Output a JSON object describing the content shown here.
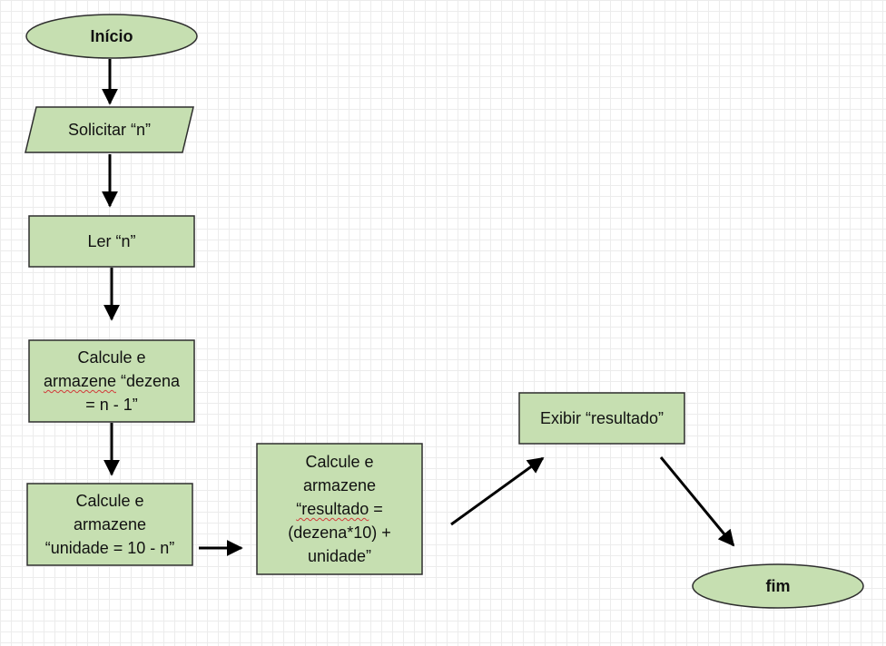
{
  "diagram": {
    "colors": {
      "box_fill": "#c6dfb1",
      "stroke": "#2e2e2e",
      "arrow": "#000000",
      "spellcheck_underline": "#d23a3a"
    },
    "nodes": {
      "start": "Início",
      "input": "Solicitar “n”",
      "read": "Ler “n”",
      "calc_dezena": {
        "line1": "Calcule e",
        "line2": "armazene",
        "line2_rest": " “dezena",
        "line3": "= n - 1”"
      },
      "calc_unidade": "Calcule e\narmazene\n“unidade = 10 - n”",
      "calc_resultado": {
        "line1": "Calcule e",
        "line2": "armazene",
        "line3": "“resultado",
        "line3_rest": " =",
        "line4": "(dezena*10) +",
        "line5": "unidade”"
      },
      "output": "Exibir “resultado”",
      "end": "fim"
    }
  }
}
